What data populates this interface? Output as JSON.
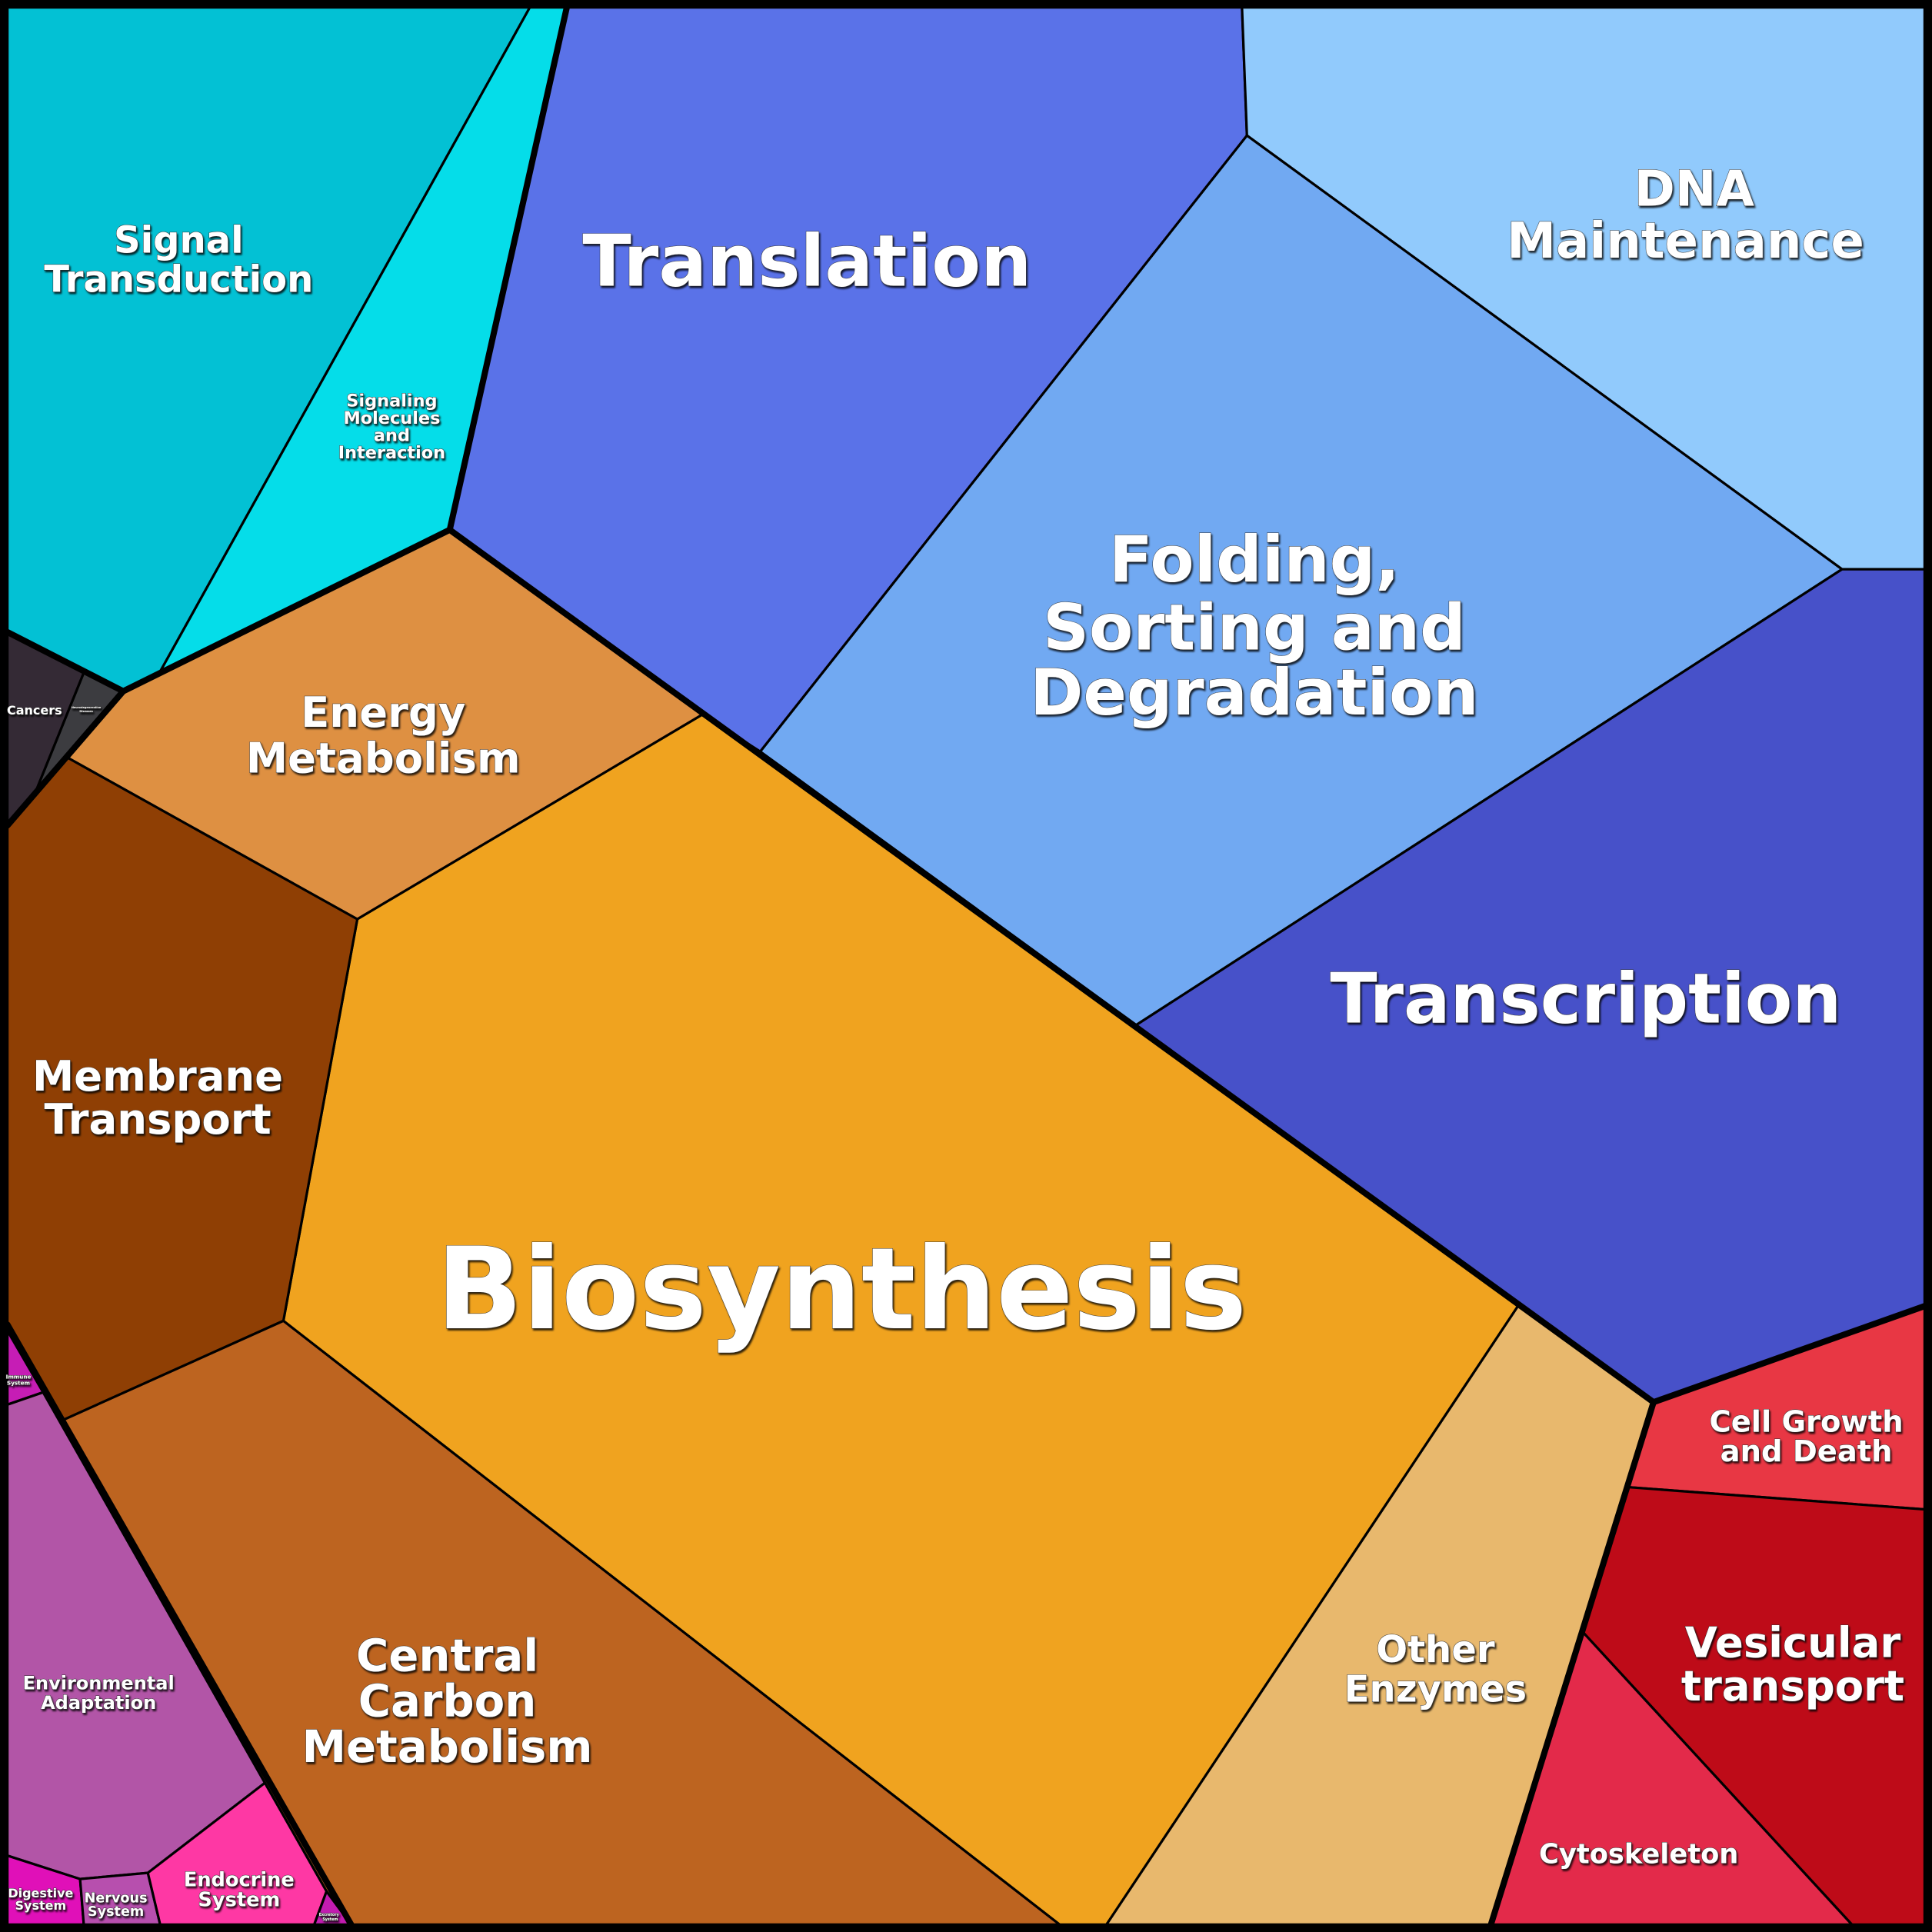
{
  "title": "Functional category Voronoi treemap",
  "cells": {
    "signal_transduction": {
      "lines": [
        "Signal",
        "Transduction"
      ],
      "color": "#03c1d4"
    },
    "signaling_molecules": {
      "lines": [
        "Signaling",
        "Molecules",
        "and",
        "Interaction"
      ],
      "color": "#05dde9"
    },
    "translation": {
      "lines": [
        "Translation"
      ],
      "color": "#5a72e8"
    },
    "dna_maintenance": {
      "lines": [
        "DNA",
        "Maintenance"
      ],
      "color": "#91cafc"
    },
    "folding": {
      "lines": [
        "Folding,",
        "Sorting and",
        "Degradation"
      ],
      "color": "#71a9f2"
    },
    "transcription": {
      "lines": [
        "Transcription"
      ],
      "color": "#4751c9"
    },
    "energy_metabolism": {
      "lines": [
        "Energy",
        "Metabolism"
      ],
      "color": "#de9042"
    },
    "biosynthesis": {
      "lines": [
        "Biosynthesis"
      ],
      "color": "#f0a31f"
    },
    "membrane_transport": {
      "lines": [
        "Membrane",
        "Transport"
      ],
      "color": "#8f3f04"
    },
    "central_carbon": {
      "lines": [
        "Central",
        "Carbon",
        "Metabolism"
      ],
      "color": "#bd6420"
    },
    "other_enzymes": {
      "lines": [
        "Other",
        "Enzymes"
      ],
      "color": "#e8b86d"
    },
    "cell_growth": {
      "lines": [
        "Cell Growth",
        "and Death"
      ],
      "color": "#e83744"
    },
    "vesicular_transport": {
      "lines": [
        "Vesicular",
        "transport"
      ],
      "color": "#be0b18"
    },
    "cytoskeleton": {
      "lines": [
        "Cytoskeleton"
      ],
      "color": "#e32a4a"
    },
    "environmental_adaptation": {
      "lines": [
        "Environmental",
        "Adaptation"
      ],
      "color": "#b255a7"
    },
    "endocrine_system": {
      "lines": [
        "Endocrine",
        "System"
      ],
      "color": "#fe38a4"
    },
    "digestive_system": {
      "lines": [
        "Digestive",
        "System"
      ],
      "color": "#e010b8"
    },
    "nervous_system": {
      "lines": [
        "Nervous",
        "System"
      ],
      "color": "#b74fae"
    },
    "immune_system": {
      "lines": [
        "Immune",
        "System"
      ],
      "color": "#c61db5"
    },
    "excretory_system": {
      "lines": [
        "Excretory",
        "System"
      ],
      "color": "#c21cb0"
    },
    "cancers": {
      "lines": [
        "Cancers"
      ],
      "color": "#342a35"
    },
    "neurodegenerative": {
      "lines": [
        "Neurodegenerative",
        "Diseases"
      ],
      "color": "#3c3c40"
    }
  }
}
